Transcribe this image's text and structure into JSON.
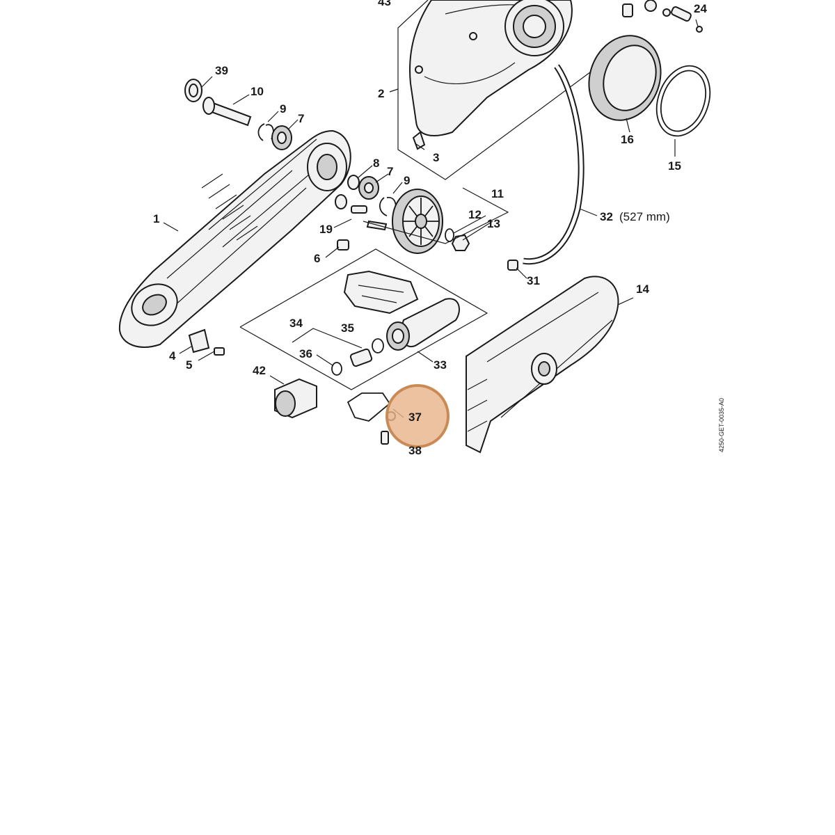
{
  "diagram": {
    "drawing_code": "4250-GET-0035-A0",
    "highlight_color": "#e8b48c",
    "highlight_stroke": "#c98a55",
    "labels": {
      "p1": "1",
      "p2": "2",
      "p3": "3",
      "p4": "4",
      "p5": "5",
      "p6": "6",
      "p7a": "7",
      "p7b": "7",
      "p8": "8",
      "p9a": "9",
      "p9b": "9",
      "p10": "10",
      "p11": "11",
      "p12": "12",
      "p13": "13",
      "p14": "14",
      "p15": "15",
      "p16": "16",
      "p19": "19",
      "p24": "24",
      "p31": "31",
      "p32": "32",
      "p32_note": "(527 mm)",
      "p33": "33",
      "p34": "34",
      "p35": "35",
      "p36": "36",
      "p37": "37",
      "p38": "38",
      "p39": "39",
      "p42": "42",
      "p43": "43"
    },
    "highlighted_part": "37"
  }
}
